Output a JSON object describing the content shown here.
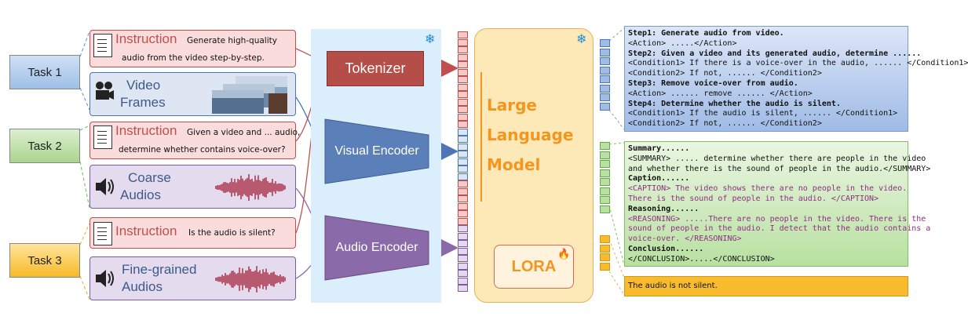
{
  "tasks": [
    "Task 1",
    "Task 2",
    "Task 3"
  ],
  "inputs": {
    "instruction_label": "Instruction",
    "instr1_a": "Generate high-quality",
    "instr1_b": "audio from the video step-by-step.",
    "instr2_a": "Given a video and ... audio,",
    "instr2_b": "determine whether contains voice-over?",
    "instr3": "Is the audio is silent?",
    "video_frames_1": "Video",
    "video_frames_2": "Frames",
    "coarse_1": "Coarse",
    "coarse_2": "Audios",
    "fine_1": "Fine-grained",
    "fine_2": "Audios"
  },
  "blocks": {
    "tokenizer": "Tokenizer",
    "visual_encoder": "Visual Encoder",
    "audio_encoder": "Audio Encoder",
    "llm_1": "Large",
    "llm_2": "Language",
    "llm_3": "Model",
    "lora": "LORA"
  },
  "output1": [
    {
      "text": "Step1: Generate audio from video.",
      "bold": true
    },
    {
      "text": "<Action> .....</Action>",
      "bold": false
    },
    {
      "text": "Step2: Given a video and its generated audio, determine ......",
      "bold": true
    },
    {
      "text": "<Condition1> If there is a voice-over in the audio, ...... </Condition1>",
      "bold": false
    },
    {
      "text": "<Condition2> If not, ...... </Condition2>",
      "bold": false
    },
    {
      "text": "Step3: Remove voice-over from audio.",
      "bold": true
    },
    {
      "text": "<Action> ...... remove ...... </Action>",
      "bold": false
    },
    {
      "text": "Step4: Determine whether the audio is silent.",
      "bold": true
    },
    {
      "text": "<Condition1> If the audio is silent, ...... </Condition1>",
      "bold": false
    },
    {
      "text": "<Condition2> If not, ...... </Condition2>",
      "bold": false
    }
  ],
  "output2": [
    {
      "text": "Summary......",
      "style": "bold"
    },
    {
      "text": "<SUMMARY> ..... determine whether there are people in the video",
      "style": "normal"
    },
    {
      "text": "and whether there is the sound of people in the audio.</SUMMARY>",
      "style": "normal"
    },
    {
      "text": "Caption......",
      "style": "bold"
    },
    {
      "text": "<CAPTION> The video shows there are no people in the video.",
      "style": "purple"
    },
    {
      "text": "There is the sound of people in the audio. </CAPTION>",
      "style": "purple"
    },
    {
      "text": "Reasoning......",
      "style": "bold"
    },
    {
      "text": "<REASONING> .....There are no people in the video. There is the",
      "style": "purple"
    },
    {
      "text": "sound of people in the audio. I detect that the audio contains a",
      "style": "purple"
    },
    {
      "text": "voice-over. </REASONING>",
      "style": "purple"
    },
    {
      "text": "Conclusion......",
      "style": "bold"
    },
    {
      "text": "</CONCLUSION>.....</CONCLUSION>",
      "style": "normal"
    }
  ],
  "output3": "The audio is not silent.",
  "colors": {
    "red": "#c0504d",
    "blue": "#4f76b4",
    "purple": "#7d5c9e",
    "orange": "#f2961f"
  }
}
